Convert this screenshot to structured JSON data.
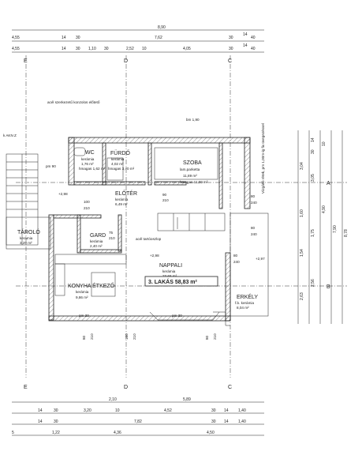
{
  "dims_top": {
    "row1": [
      "8,90"
    ],
    "row1_left": "4,55",
    "row2": [
      "4,55",
      "14",
      "30",
      "7,62",
      "30",
      "14",
      "40"
    ],
    "row3": [
      "4,55",
      "14",
      "30",
      "1,10",
      "30",
      "2,52",
      "10",
      "4,05",
      "30",
      "14",
      "40"
    ]
  },
  "dims_bottom": {
    "row1": [
      "2,10",
      "5,89"
    ],
    "row2": [
      "14",
      "30",
      "3,20",
      "10",
      "4,52",
      "30",
      "14",
      "1,40"
    ],
    "row3": [
      "14",
      "30",
      "7,82",
      "30",
      "14",
      "1,40"
    ],
    "row4": [
      "5",
      "1,22",
      "4,36",
      "4,50"
    ]
  },
  "dims_right": [
    "3,04",
    "3,05",
    "1,60",
    "1,75",
    "1,54",
    "2,56",
    "2,63",
    "4,90",
    "7,90",
    "8,78",
    "14",
    "30",
    "10"
  ],
  "axes": [
    "E",
    "D",
    "C",
    "B",
    "A"
  ],
  "notes": {
    "cantilever": "acél szerkezetű konzolos előtető",
    "bm": "bm 1,90",
    "vertical_note": "Vízgátló rétek, pm 1,00m-ig fix üvegezéssel",
    "akn": "k AKN Z"
  },
  "rooms": {
    "wc": {
      "name": "WC",
      "floor": "kerámia",
      "area": "1,76 m²",
      "h": "hmagas 1,62 m²"
    },
    "furdo": {
      "name": "FÜRDŐ",
      "floor": "kerámia",
      "area": "4,02 m²",
      "h": "hmagas 3,70 m²"
    },
    "szoba": {
      "name": "SZOBA",
      "floor": "lam.parketta",
      "area": "11,89 m²",
      "h": "hmagas 11,00 m²"
    },
    "eloter": {
      "name": "ELŐTÉR",
      "floor": "kerámia",
      "area": "6,49 m²"
    },
    "tarolo": {
      "name": "TÁROLÓ",
      "floor": "kerámia",
      "area": "3,29 m²"
    },
    "gard": {
      "name": "GARD",
      "floor": "kerámia",
      "area": "2,40 m²"
    },
    "konyha": {
      "name": "KONYHA ÉTKEZŐ",
      "floor": "kerámia",
      "area": "9,86 m²"
    },
    "nappali": {
      "name": "NAPPALI",
      "floor": "kerámia",
      "area": "23,66 m²"
    },
    "erkely": {
      "name": "ERKÉLY",
      "floor": "f.b. kerámia",
      "area": "8,04 m²"
    }
  },
  "unit_label": "3. LAKÁS 58,83 m²",
  "column_note": "acél tartóoszlop",
  "levels": [
    "+2,98",
    "+2,98",
    "+2,97"
  ],
  "openings": [
    "pm 90",
    "100",
    "210",
    "75",
    "210",
    "90",
    "210",
    "80",
    "240",
    "75",
    "210",
    "80",
    "240",
    "80",
    "240",
    "pm 30",
    "pm 30",
    "80",
    "210",
    "160",
    "210",
    "80",
    "210"
  ]
}
